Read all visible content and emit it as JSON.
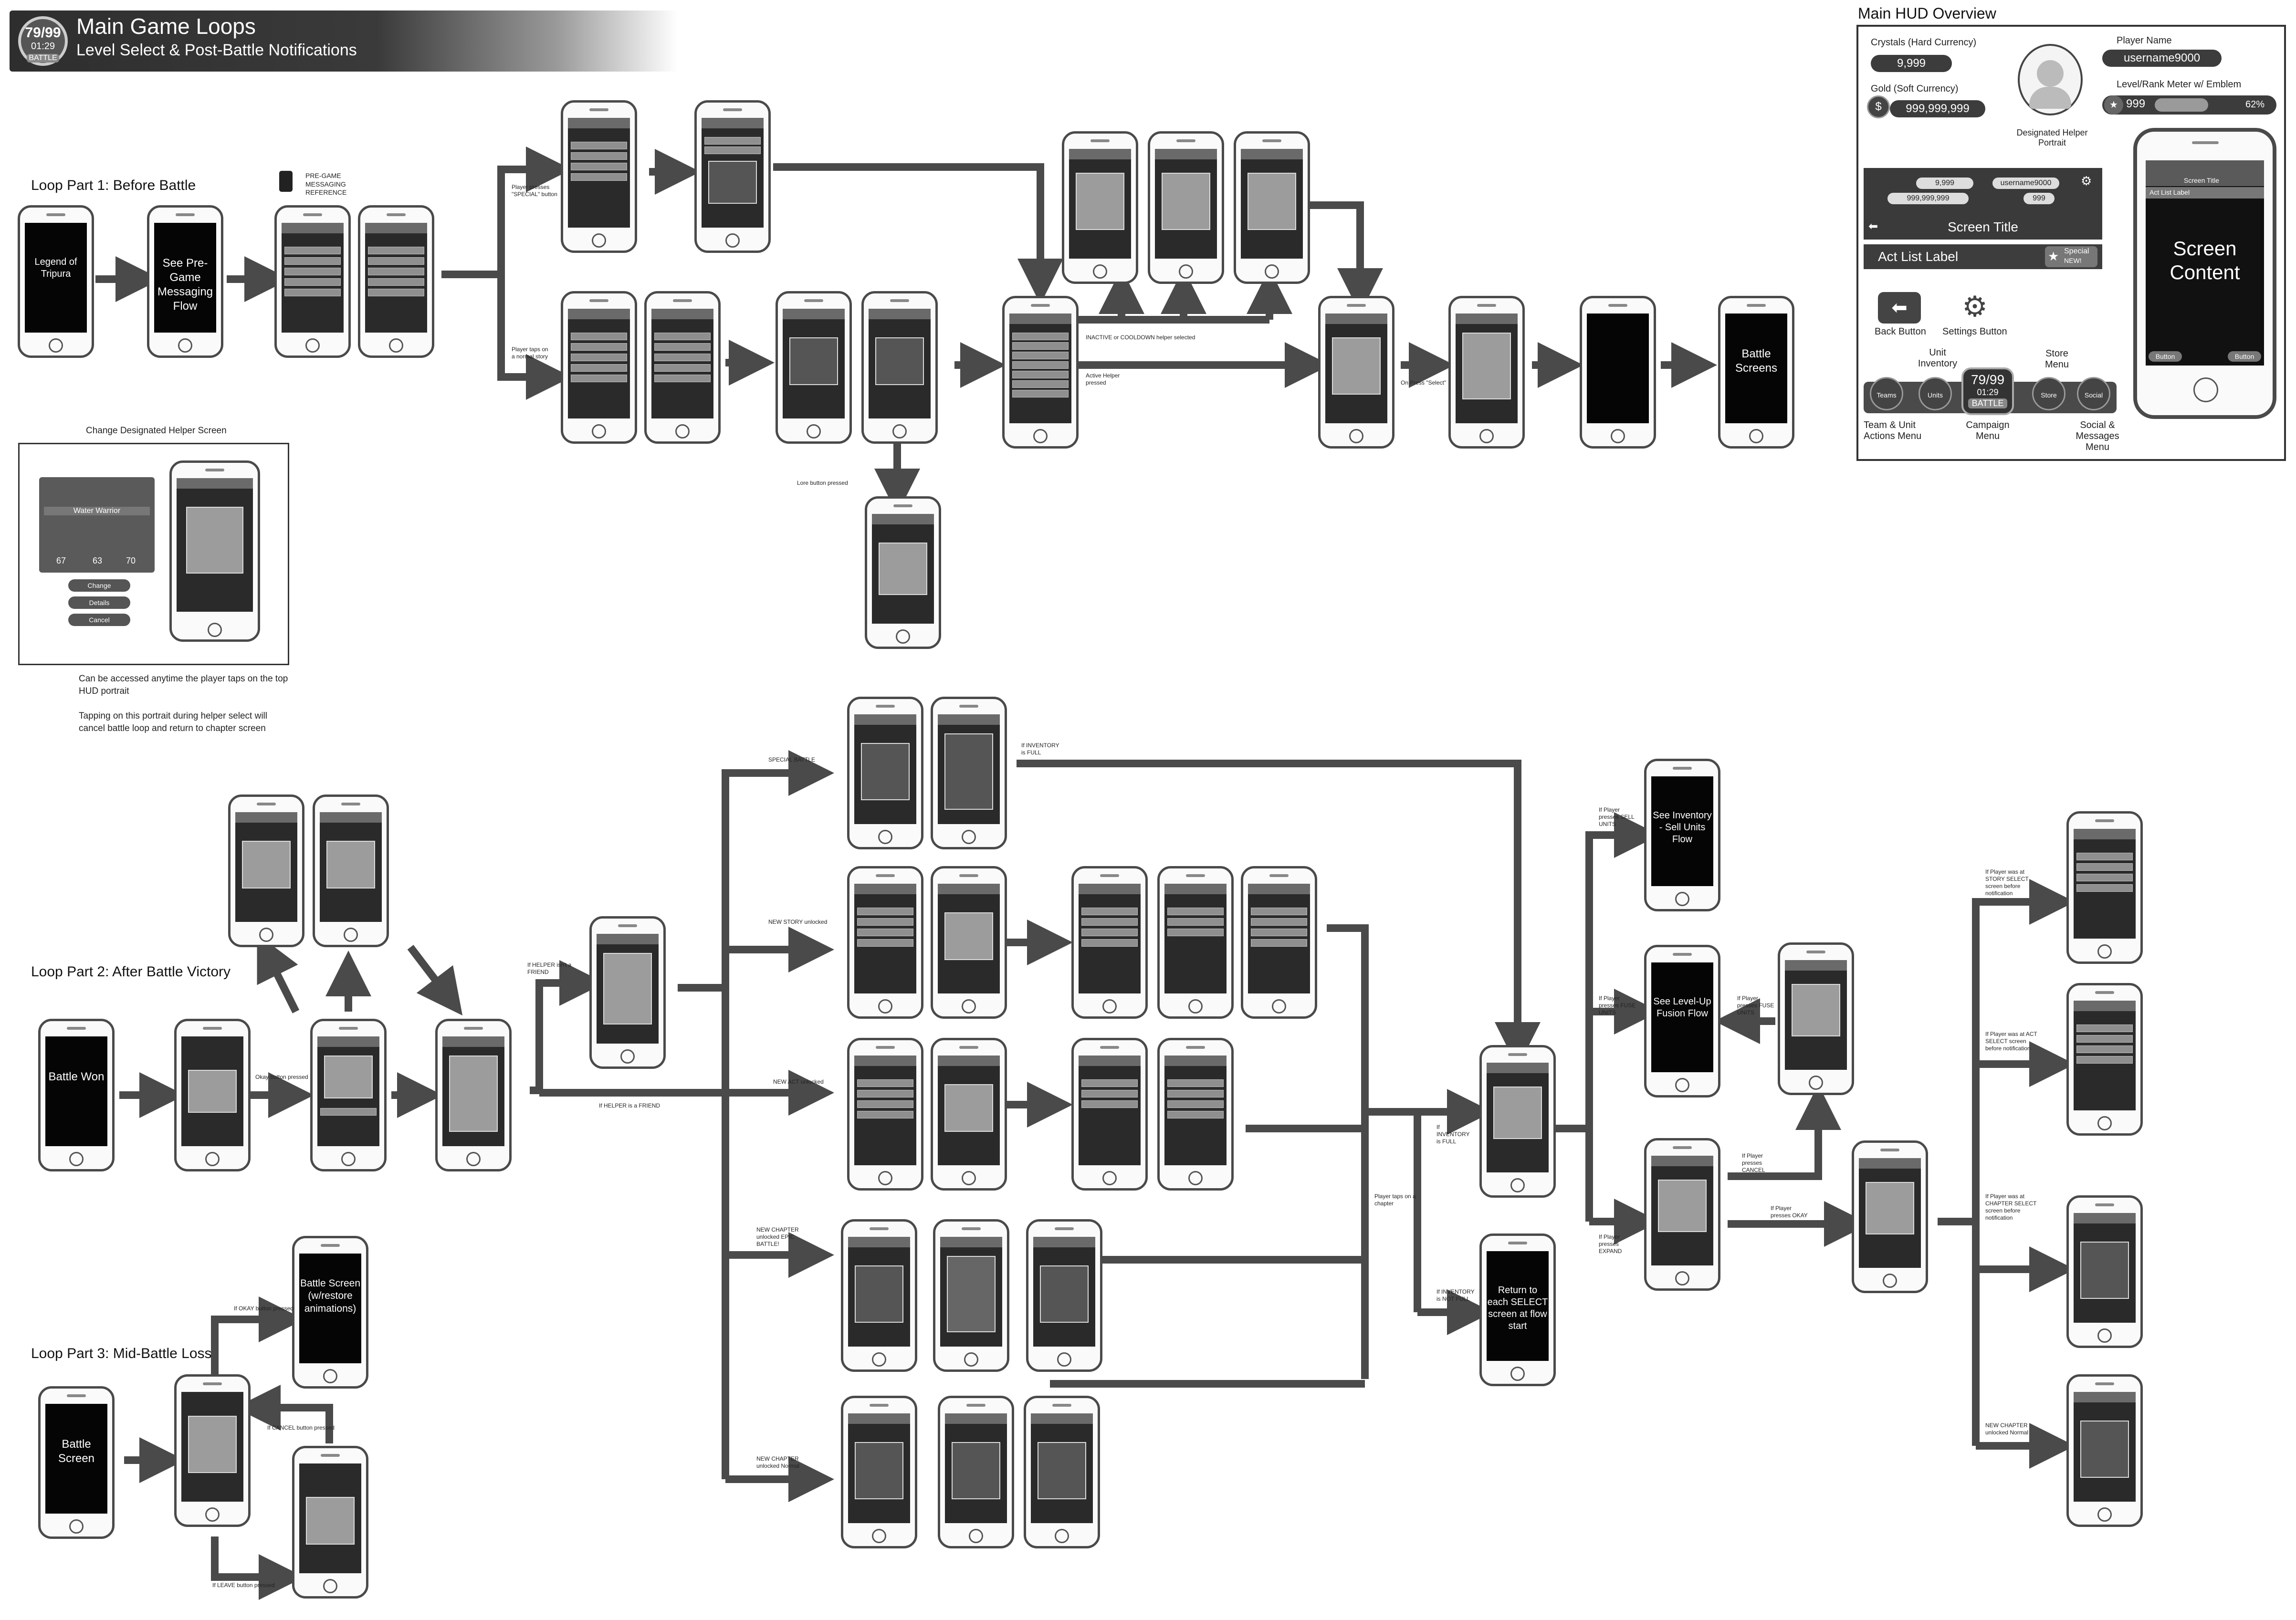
{
  "header": {
    "badge_top": "79/99",
    "badge_mid": "01:29",
    "badge_bottom": "BATTLE",
    "title": "Main Game Loops",
    "subtitle": "Level Select & Post-Battle Notifications"
  },
  "loop1": {
    "title": "Loop  Part 1: Before Battle",
    "pregame_ref": "PRE-GAME MESSAGING REFERENCE",
    "title_screen_text": "Legend of Tripura",
    "pregame_text": "See Pre-Game Messaging Flow",
    "helper_note_inactive": "INACTIVE or COOLDOWN helper selected",
    "helper_note_active": "Active Helper pressed",
    "onpress_select": "On Press \"Select\"",
    "battle_screens": "Battle Screens",
    "player_special": "Player presses \"SPECIAL\" button",
    "player_normal": "Player taps on a normal story",
    "lore_pressed": "Lore button pressed"
  },
  "helper_screen": {
    "title": "Change Designated Helper Screen",
    "card_name": "Water Warrior",
    "stats": [
      "67",
      "63",
      "70"
    ],
    "buttons": [
      "Change",
      "Details",
      "Cancel"
    ],
    "note1": "Can be accessed anytime the player taps on the top HUD portrait",
    "note2": "Tapping on this portrait during helper select will cancel battle loop and return to chapter screen"
  },
  "loop2": {
    "title": "Loop  Part 2: After Battle Victory",
    "battle_won": "Battle Won",
    "if_helper_not_friend": "If HELPER isn't a FRIEND",
    "if_helper_friend": "If HELPER is a FRIEND",
    "okay_pressed": "Okay button pressed",
    "branch_special": "SPECIAL BATTLE",
    "branch_story": "NEW STORY unlocked",
    "branch_act": "NEW ACT unlocked",
    "branch_epic": "NEW CHAPTER unlocked EPIC BATTLE!",
    "branch_normal": "NEW CHAPTER unlocked Normal",
    "if_inventory_full": "If INVENTORY is FULL",
    "if_inventory_not_full": "If INVENTORY is NOT FULL",
    "player_taps_chapter": "Player taps on a chapter",
    "sell_flow": "See Inventory - Sell Units Flow",
    "fusion_flow": "See Level-Up Fusion Flow",
    "return_text": "Return to each SELECT screen at flow start",
    "sell_units": "If Player presses SELL UNITS",
    "fuse_units": "If Player presses FUSE UNITS",
    "expand": "If Player presses EXPAND",
    "cancel": "If Player presses CANCEL",
    "okay": "If Player presses OKAY",
    "story_select_before": "If Player was at STORY SELECT screen before notification",
    "act_select_before": "If Player was at ACT SELECT screen before notification",
    "chapter_select_before": "If Player was at CHAPTER SELECT screen before notification",
    "new_chapter_normal": "NEW CHAPTER unlocked Normal"
  },
  "loop3": {
    "title": "Loop  Part 3: Mid-Battle Loss",
    "battle_screen": "Battle Screen",
    "restore": "Battle Screen (w/restore animations)",
    "if_okay": "If OKAY button pressed",
    "if_cancel": "If CANCEL button pressed",
    "if_leave": "If LEAVE button pressed"
  },
  "hud": {
    "title": "Main HUD Overview",
    "crystals_label": "Crystals (Hard Currency)",
    "crystals_value": "9,999",
    "gold_label": "Gold (Soft Currency)",
    "gold_value": "999,999,999",
    "gold_symbol": "$",
    "player_name_label": "Player Name",
    "player_name": "username9000",
    "level_label": "Level/Rank Meter w/ Emblem",
    "level_value": "999",
    "level_pct": "62%",
    "level_fraction": 0.62,
    "helper_label": "Designated Helper Portrait",
    "screen_title": "Screen Title",
    "act_list_label": "Act List Label",
    "special_badge": "Special",
    "new_badge": "NEW!",
    "back_button": "Back Button",
    "settings_button": "Settings Button",
    "unit_inventory": "Unit Inventory",
    "store_menu": "Store Menu",
    "team_menu": "Team & Unit Actions Menu",
    "campaign_menu": "Campaign Menu",
    "social_menu": "Social & Messages Menu",
    "nav": [
      "Teams",
      "Units",
      "BATTLE",
      "Store",
      "Social"
    ],
    "battle_top": "79/99",
    "battle_time": "01:29",
    "screen_content": "Screen Content",
    "button_label": "Button"
  }
}
